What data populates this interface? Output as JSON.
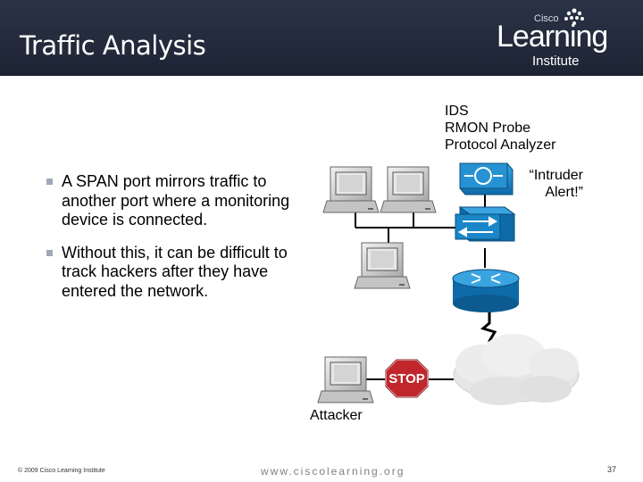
{
  "slide": {
    "title": "Traffic Analysis",
    "logo": {
      "cisco": "Cisco",
      "learning": "Learning",
      "institute": "Institute"
    },
    "bullets": [
      "A SPAN port mirrors traffic to another port where a monitoring device is connected.",
      "Without this, it can be difficult to track hackers after they have entered the network."
    ],
    "monitor_labels": [
      "IDS",
      "RMON Probe",
      "Protocol Analyzer"
    ],
    "intruder_alert": "“Intruder Alert!”",
    "attacker_label": "Attacker",
    "stop_sign": "STOP",
    "footer": {
      "copyright": "© 2009 Cisco Learning Institute",
      "url": "www.ciscolearning.org",
      "page": "37"
    }
  },
  "colors": {
    "header": "#1d2434",
    "device_blue": "#1a86c8",
    "stop_red": "#c0262c",
    "cloud": "#e6e6e6"
  },
  "icons": [
    "pc-icon",
    "ids-appliance-icon",
    "switch-icon",
    "router-icon",
    "stop-sign-icon",
    "cloud-icon",
    "lightning-link-icon"
  ]
}
